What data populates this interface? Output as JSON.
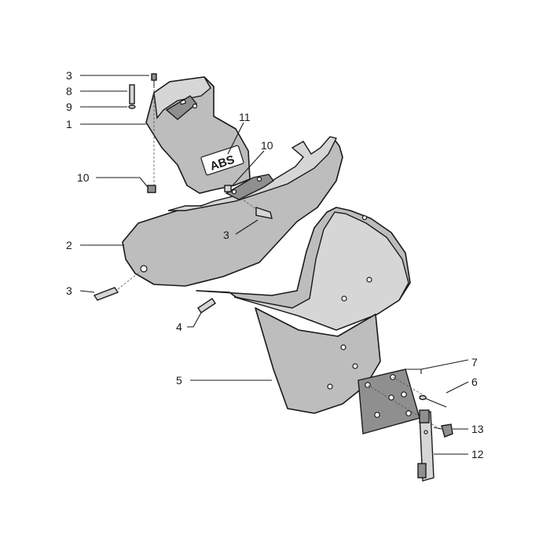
{
  "badge": {
    "text": "ABS"
  },
  "callouts": [
    {
      "id": "c3a",
      "label": "3"
    },
    {
      "id": "c8",
      "label": "8"
    },
    {
      "id": "c9",
      "label": "9"
    },
    {
      "id": "c1",
      "label": "1"
    },
    {
      "id": "c11",
      "label": "11"
    },
    {
      "id": "c10a",
      "label": "10"
    },
    {
      "id": "c10b",
      "label": "10"
    },
    {
      "id": "c3b",
      "label": "3"
    },
    {
      "id": "c2",
      "label": "2"
    },
    {
      "id": "c3c",
      "label": "3"
    },
    {
      "id": "c4",
      "label": "4"
    },
    {
      "id": "c5",
      "label": "5"
    },
    {
      "id": "c7",
      "label": "7"
    },
    {
      "id": "c6",
      "label": "6"
    },
    {
      "id": "c13",
      "label": "13"
    },
    {
      "id": "c12",
      "label": "12"
    }
  ]
}
